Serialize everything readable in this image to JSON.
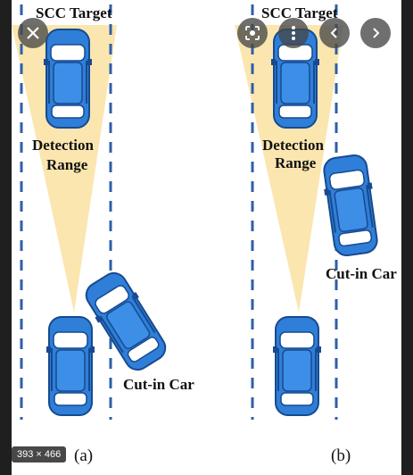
{
  "figure": {
    "panel_a": {
      "title": "SCC Target",
      "detection_label_1": "Detection",
      "detection_label_2": "Range",
      "cutin_label": "Cut-in Car",
      "panel_label": "(a)"
    },
    "panel_b": {
      "title": "SCC Target",
      "detection_label_1": "Detection",
      "detection_label_2": "Range",
      "cutin_label": "Cut-in Car",
      "panel_label": "(b)"
    }
  },
  "viewer": {
    "size_badge": "393 × 466",
    "buttons": [
      "close-icon",
      "lens-icon",
      "more-icon",
      "prev-icon",
      "next-icon"
    ]
  },
  "colors": {
    "car_blue": "#2f7fd8",
    "car_dark": "#1c4f9a",
    "cone": "#fbe6b0",
    "lane": "#2e5fa8"
  }
}
